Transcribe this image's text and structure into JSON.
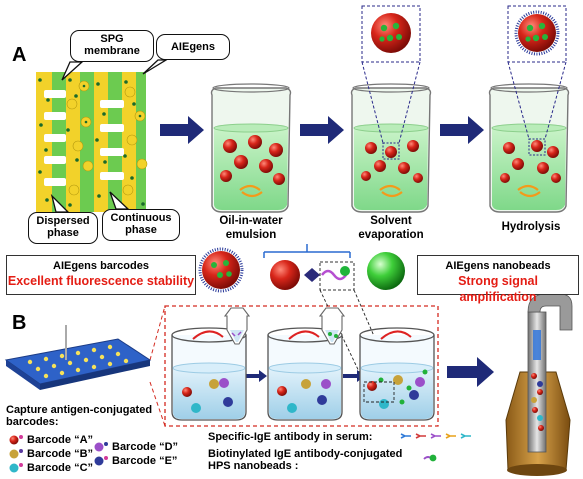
{
  "panels": {
    "a": "A",
    "b": "B"
  },
  "callouts": {
    "spg": "SPG membrane",
    "aiegens": "AIEgens",
    "dispersed": "Dispersed phase",
    "continuous": "Continuous phase"
  },
  "steps": {
    "oil": "Oil-in-water emulsion",
    "solvent": "Solvent evaporation",
    "hydrolysis": "Hydrolysis"
  },
  "boxes": {
    "barcodes_title": "AIEgens barcodes",
    "barcodes_sub": "Excellent fluorescence stability",
    "nanobeads_title": "AIEgens nanobeads",
    "nanobeads_sub": "Strong signal amplification"
  },
  "legend": {
    "capture": "Capture antigen-conjugated barcodes:",
    "igE": "Specific-IgE antibody in serum:",
    "hps": "Biotinylated IgE antibody-conjugated HPS nanobeads :"
  },
  "barcodes": {
    "a": "Barcode “A”",
    "b": "Barcode “B”",
    "c": "Barcode “C”",
    "d": "Barcode “D”",
    "e": "Barcode “E”"
  },
  "colors": {
    "membrane": "#f2d22a",
    "matrix": "#6ccb50",
    "liquid": "#8fe09a",
    "bead": "#c61a12",
    "navy_arrow": "#1f2a78",
    "red_text": "#e41d14"
  }
}
